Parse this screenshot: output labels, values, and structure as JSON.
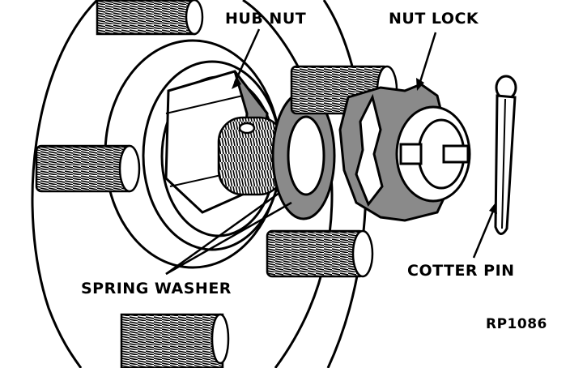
{
  "diagram": {
    "labels": {
      "hub_nut": "HUB NUT",
      "nut_lock": "NUT LOCK",
      "spring_washer": "SPRING WASHER",
      "cotter_pin": "COTTER PIN"
    },
    "figure_code": "RP1086"
  },
  "colors": {
    "ink": "#000000",
    "paper": "#ffffff",
    "shade": "#8a8a8a"
  }
}
